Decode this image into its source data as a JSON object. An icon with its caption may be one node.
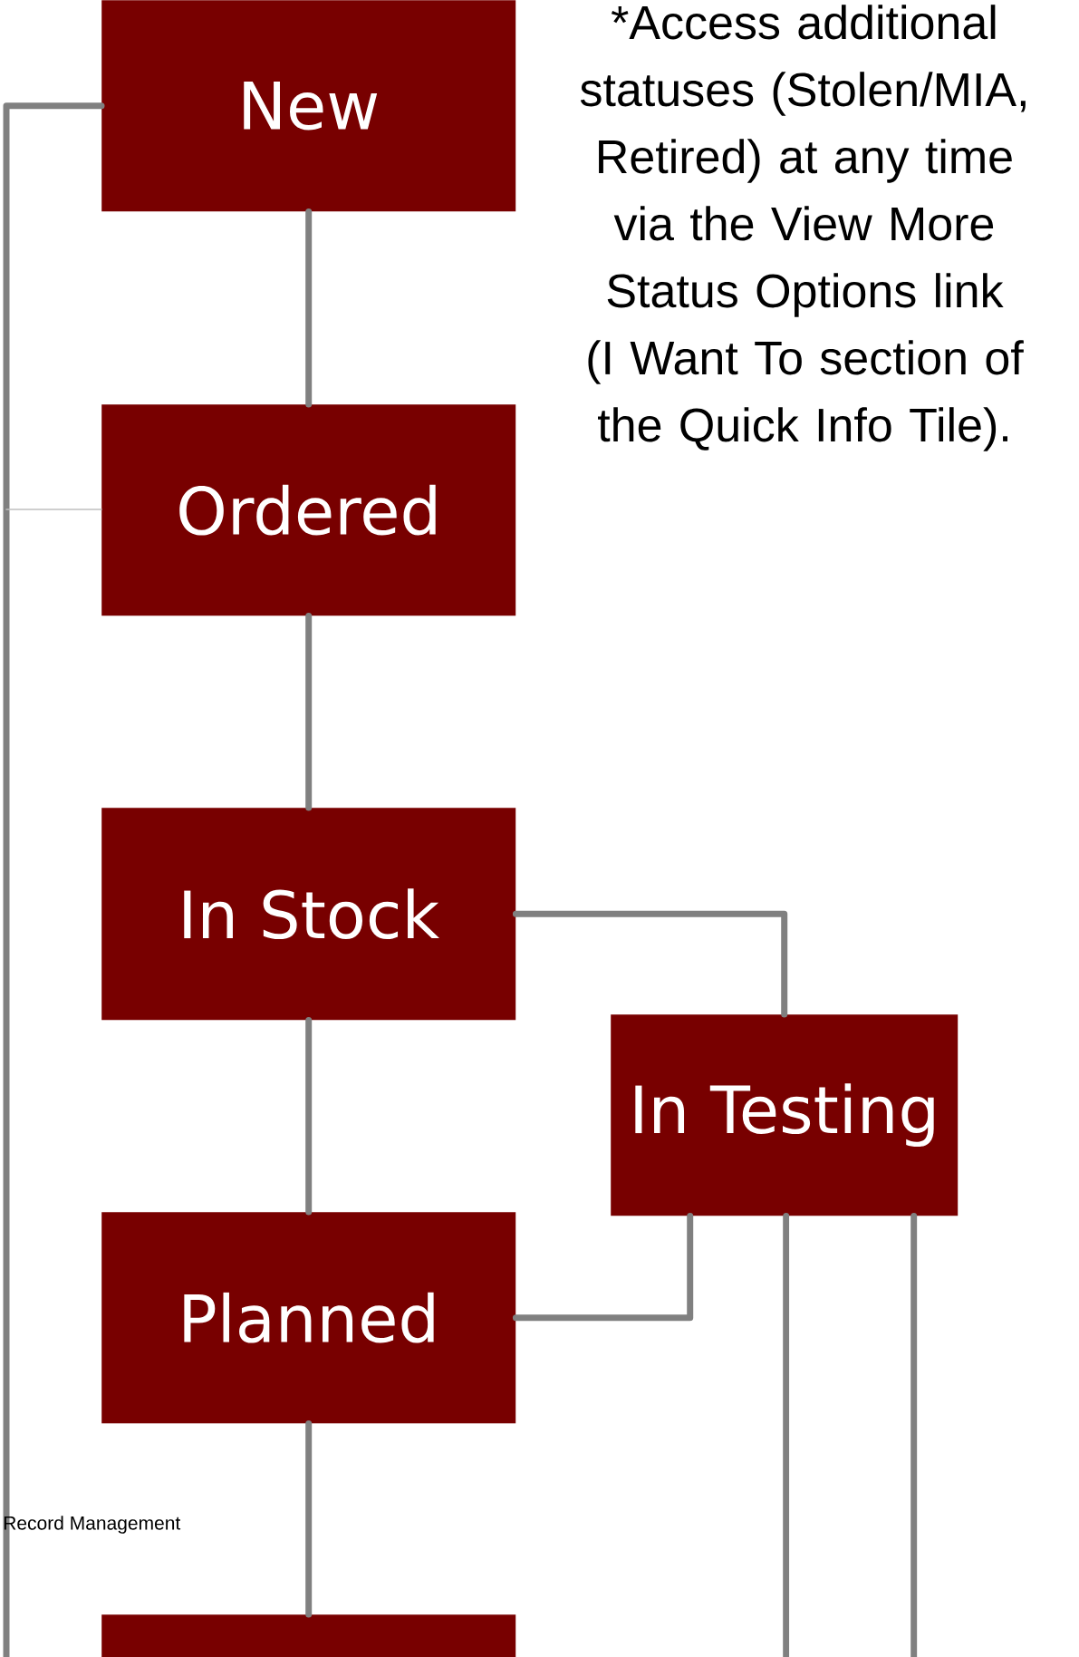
{
  "diagram": {
    "nodes": [
      {
        "text": [
          "New"
        ]
      },
      {
        "text": [
          "Ordered"
        ]
      },
      {
        "text": [
          "In Stock"
        ]
      },
      {
        "text": [
          "In Testing"
        ]
      },
      {
        "text": [
          "Planned"
        ]
      },
      {
        "text": [],
        "shape": "box"
      }
    ],
    "edges": [
      {
        "from": 0,
        "to": 1,
        "arrow": "none"
      },
      {
        "from": 1,
        "to": 2,
        "arrow": "none"
      },
      {
        "from": 2,
        "to": 4,
        "arrow": "none"
      },
      {
        "from": 2,
        "to": 3,
        "arrow": "none"
      },
      {
        "from": 4,
        "to": 3,
        "arrow": "none"
      },
      {
        "from": 4,
        "to": 5,
        "arrow": "none"
      },
      {
        "from": 0,
        "to": null,
        "arrow": "none"
      },
      {
        "from": 1,
        "to": null,
        "arrow": "none",
        "color": "#c0c0c0"
      },
      {
        "from": 3,
        "to": null,
        "arrow": "none"
      },
      {
        "from": 3,
        "to": null,
        "arrow": "none"
      }
    ],
    "labels": [
      "*Access additional statuses (Stolen/MIA, Retired) at any time via the View More Status Options link (I Want To section of the Quick Info Tile).",
      "Record Management"
    ]
  }
}
